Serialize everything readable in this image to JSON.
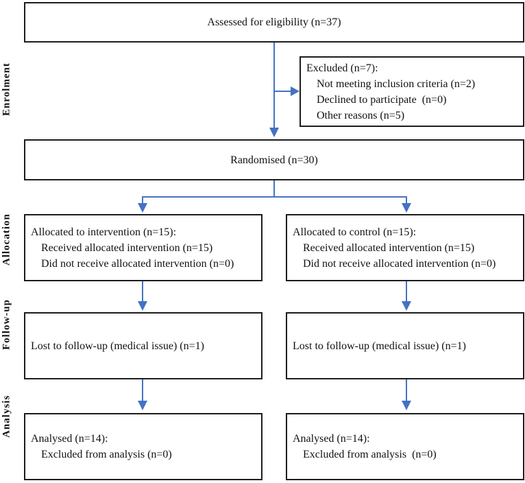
{
  "figure": "CONSORT participant flow diagram",
  "colors": {
    "arrow": "#4472C4",
    "box_border": "#1c1c1c",
    "text": "#111111",
    "background": "#ffffff"
  },
  "side_labels": {
    "enrolment": "Enrolment",
    "allocation": "Allocation",
    "followup": "Follow-up",
    "analysis": "Analysis"
  },
  "boxes": {
    "assessed": {
      "text": "Assessed for eligibility (n=37)"
    },
    "excluded": {
      "lines": [
        "Excluded (n=7):",
        "Not meeting inclusion criteria (n=2)",
        "Declined to participate  (n=0)",
        "Other reasons (n=5)"
      ]
    },
    "randomised": {
      "text": "Randomised (n=30)"
    },
    "allocated_intervention": {
      "lines": [
        "Allocated to intervention (n=15):",
        "Received allocated intervention (n=15)",
        "Did not receive allocated intervention (n=0)"
      ]
    },
    "allocated_control": {
      "lines": [
        "Allocated to control (n=15):",
        "Received allocated intervention (n=15)",
        "Did not receive allocated intervention (n=0)"
      ]
    },
    "followup_intervention": {
      "text": "Lost to follow-up (medical issue) (n=1)"
    },
    "followup_control": {
      "text": "Lost to follow-up (medical issue) (n=1)"
    },
    "analysed_intervention": {
      "lines": [
        "Analysed (n=14):",
        "Excluded from analysis (n=0)"
      ]
    },
    "analysed_control": {
      "lines": [
        "Analysed (n=14):",
        "Excluded from analysis  (n=0)"
      ]
    }
  }
}
